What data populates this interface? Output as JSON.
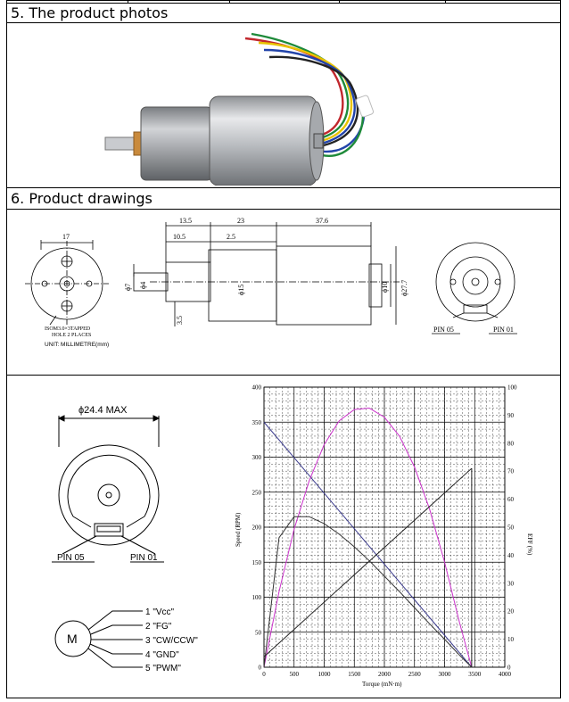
{
  "sections": {
    "photos_title": "5. The product photos",
    "drawings_title": "6. Product drawings"
  },
  "drawing": {
    "dim_17": "17",
    "dim_13_5": "13.5",
    "dim_23": "23",
    "dim_37_6": "37.6",
    "dim_10_5": "10.5",
    "dim_2_5": "2.5",
    "dim_d7": "ϕ7",
    "dim_d4": "ϕ4",
    "dim_d15": "ϕ15",
    "dim_d10": "ϕ10",
    "dim_d27_7": "ϕ27.7",
    "dim_3_5": "3.5",
    "tapped_note_1": "ISOM3.0×3TAPPED",
    "tapped_note_2": "HOLE 2 PLACES",
    "unit_note": "UNIT: MILLIMETRE(mm)",
    "pin_05": "PIN 05",
    "pin_01": "PIN 01"
  },
  "connector": {
    "max_dia": "ϕ24.4  MAX",
    "pin_05": "PIN 05",
    "pin_01": "PIN 01",
    "motor_label": "M",
    "pins": [
      "1 \"Vcc\"",
      "2 \"FG\"",
      "3 \"CW/CCW\"",
      "4 \"GND\"",
      "5 \"PWM\""
    ]
  },
  "chart_data": {
    "type": "line",
    "xlabel": "Torque (mN·m)",
    "ylabel": "Speed (RPM)",
    "y2label": "EFF (%)",
    "xlim": [
      0,
      4000
    ],
    "ylim": [
      0,
      400
    ],
    "y2lim": [
      0,
      100
    ],
    "x_ticks": [
      0,
      500,
      1000,
      1500,
      2000,
      2500,
      3000,
      3500,
      4000
    ],
    "y_ticks": [
      0,
      50,
      100,
      150,
      200,
      250,
      300,
      350,
      400
    ],
    "y2_ticks": [
      0,
      10,
      20,
      30,
      40,
      50,
      60,
      70,
      80,
      90,
      100
    ],
    "grid": true,
    "series": [
      {
        "color": "#3a3a8c",
        "x": [
          0,
          3450
        ],
        "y": [
          350,
          0
        ]
      },
      {
        "color": "#cc33cc",
        "x": [
          0,
          250,
          500,
          750,
          1000,
          1250,
          1500,
          1750,
          2000,
          2250,
          2500,
          2750,
          3000,
          3250,
          3450
        ],
        "y": [
          0,
          108,
          197,
          266,
          318,
          352,
          368,
          370,
          357,
          330,
          286,
          226,
          150,
          63,
          0
        ]
      },
      {
        "color": "#333333",
        "x": [
          0,
          250,
          500,
          750,
          1000,
          1250,
          1500,
          1750,
          2000,
          2250,
          2500,
          2750,
          3000,
          3250,
          3450
        ],
        "y": [
          0,
          185,
          215,
          215,
          205,
          190,
          172,
          152,
          130,
          108,
          85,
          62,
          40,
          17,
          0
        ]
      },
      {
        "color": "#222222",
        "x": [
          0,
          3450
        ],
        "y": [
          15,
          284
        ]
      }
    ]
  }
}
